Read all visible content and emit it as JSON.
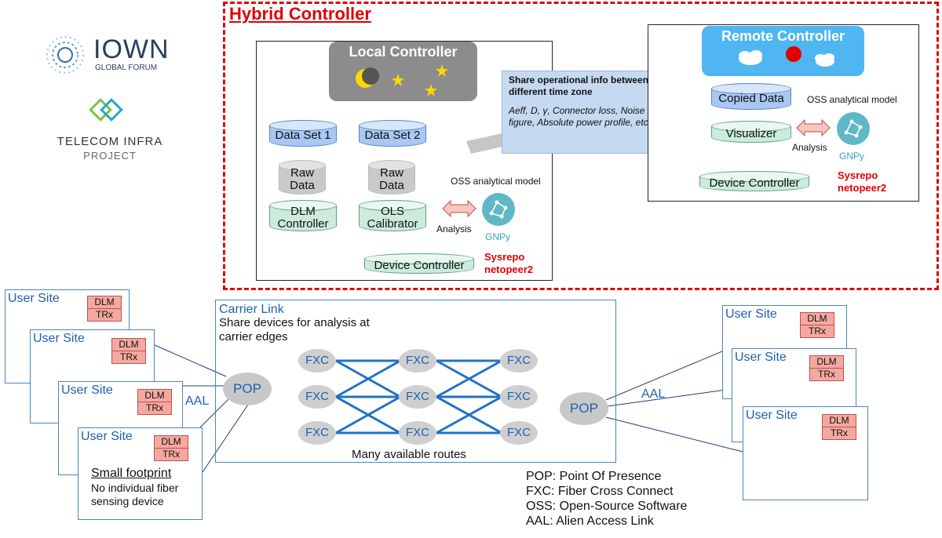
{
  "logos": {
    "iown": {
      "name": "IOWN",
      "sub": "GLOBAL FORUM"
    },
    "tip": {
      "line1": "TELECOM INFRA",
      "line2": "PROJECT"
    }
  },
  "hybrid": {
    "title": "Hybrid Controller"
  },
  "local": {
    "title": "Local Controller",
    "dataset1": "Data Set 1",
    "dataset2": "Data Set 2",
    "raw1": "Raw Data",
    "raw2": "Raw Data",
    "dlm_controller": "DLM Controller",
    "ols_calibrator": "OLS Calibrator",
    "oss_model": "OSS analytical model",
    "analysis": "Analysis",
    "gnpy": "GNPy",
    "device_controller": "Device Controller",
    "sysrepo": "Sysrepo",
    "netopeer": "netopeer2"
  },
  "share_box": {
    "title": "Share operational info between different time zone",
    "params": "Aeff, D, γ, Connector loss, Noise figure, Absolute power profile, etc."
  },
  "remote": {
    "title": "Remote Controller",
    "copied_data": "Copied Data",
    "visualizer": "Visualizer",
    "oss_model": "OSS analytical model",
    "analysis": "Analysis",
    "gnpy": "GNPy",
    "device_controller": "Device Controller",
    "sysrepo": "Sysrepo",
    "netopeer": "netopeer2"
  },
  "user_sites": {
    "label": "User Site",
    "dlm": "DLM",
    "trx": "TRx",
    "small_footprint": "Small footprint",
    "no_device": "No individual fiber sensing device"
  },
  "carrier": {
    "title": "Carrier Link",
    "desc": "Share devices for analysis at carrier edges",
    "fxc": "FXC",
    "routes": "Many available routes"
  },
  "pop": "POP",
  "aal": "AAL",
  "legend": [
    "POP: Point Of Presence",
    "FXC: Fiber Cross Connect",
    "OSS: Open-Source Software",
    "AAL:  Alien Access Link"
  ],
  "colors": {
    "hybrid_border": "#e00000",
    "link_blue": "#1f5fb0",
    "cross_blue": "#1f73c8"
  }
}
